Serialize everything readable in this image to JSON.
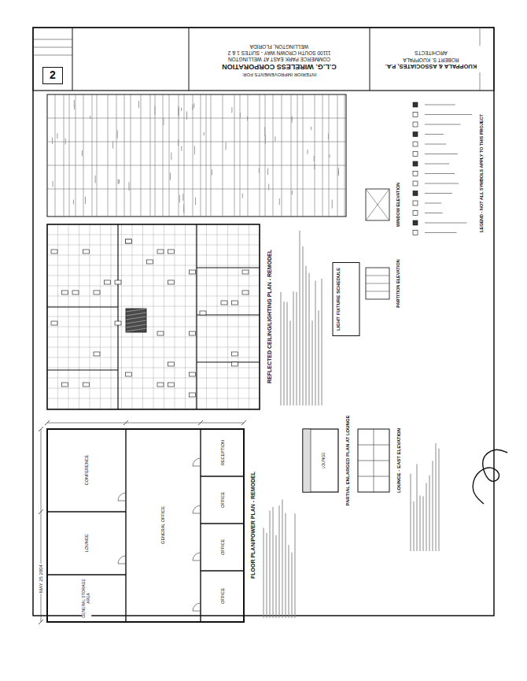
{
  "diagram": {
    "nodes": [
      {
        "text": [
          "KUOPPALA & ASSOCIATES, P.A.",
          "ROBERT S. KUOPPALA",
          "ARCHITECTS"
        ]
      },
      {
        "text": [
          "INTERIOR IMPROVEMENTS FOR:",
          "C.L.G. WIRELESS CORPORATION",
          "COMMERCE PARK EAST AT WELLINGTON",
          "11100 SOUTH CROWN WAY - SUITES 1 & 2",
          "WELLINGTON, FLORIDA"
        ]
      },
      {
        "text": [
          "2"
        ]
      },
      {
        "text": [
          "LIGHT FIXTURE SCHEDULE"
        ]
      }
    ],
    "edges": [],
    "labels": [
      "FLOOR PLAN/POWER PLAN - REMODEL",
      "REFLECTED CEILING/LIGHTING PLAN - REMODEL",
      "PARTIAL ENLARGED PLAN AT LOUNGE",
      "LOUNGE - EAST ELEVATION",
      "WINDOW ELEVATION",
      "PARTITION ELEVATION",
      "LEGEND - NOT ALL SYMBOLS APPLY TO THIS PROJECT",
      "MAY 25 2004",
      "RECEPTION",
      "OFFICE",
      "OFFICE",
      "OFFICE",
      "GENERAL OFFICE",
      "CONFERENCE",
      "LOUNGE",
      "GENERAL STORAGE AREA",
      "LOUNGE"
    ]
  }
}
